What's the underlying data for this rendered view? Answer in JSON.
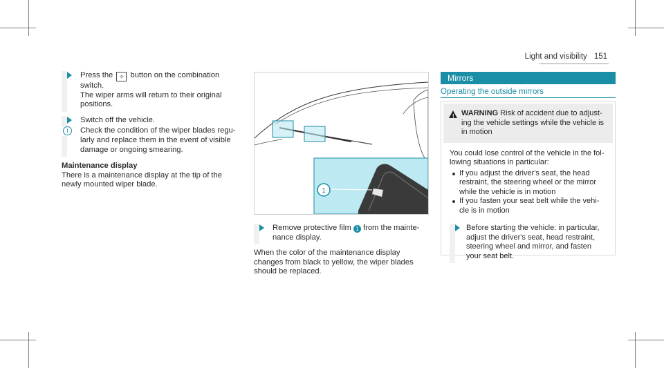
{
  "header": {
    "section": "Light and visibility",
    "page": "151"
  },
  "col1": {
    "step1": {
      "pre": "Press the",
      "key": "✧",
      "post": "button on the combination switch.",
      "detail": "The wiper arms will return to their original positions."
    },
    "step2": "Switch off the vehicle.",
    "note": "Check the condition of the wiper blades regu- larly and replace them in the event of visible damage or ongoing smearing.",
    "sub_heading": "Maintenance display",
    "sub_text": "There is a maintenance display at the tip of the newly mounted wiper blade."
  },
  "col2": {
    "figure": {
      "callout": "1"
    },
    "step": {
      "pre": "Remove protective film",
      "badge": "1",
      "post": "from the mainte- nance display."
    },
    "text": "When the color of the maintenance display changes from black to yellow, the wiper blades should be replaced."
  },
  "col3": {
    "section_title": "Mirrors",
    "subsection_title": "Operating the outside mirrors",
    "warning": {
      "label": "WARNING",
      "text": "Risk of accident due to adjust- ing the vehicle settings while the vehicle is in motion"
    },
    "body": "You could lose control of the vehicle in the fol- lowing situations in particular:",
    "bullets": [
      "If you adjust the driver's seat, the head restraint, the steering wheel or the mirror while the vehicle is in motion",
      "If you fasten your seat belt while the vehi- cle is in motion"
    ],
    "step": "Before starting the vehicle: in particular, adjust the driver's seat, head restraint, steering wheel and mirror, and fasten your seat belt."
  },
  "colors": {
    "accent": "#1a8ea6",
    "highlight": "#bde9f2"
  }
}
